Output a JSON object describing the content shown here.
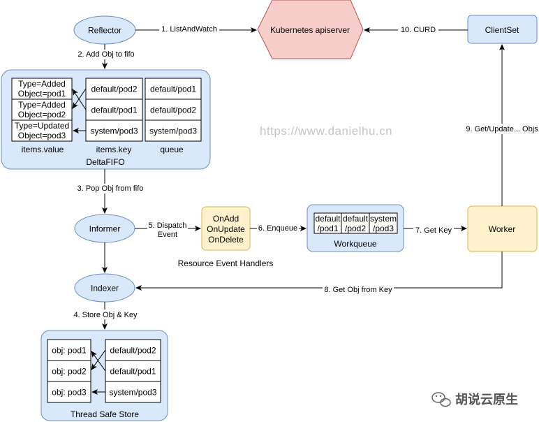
{
  "nodes": {
    "reflector": "Reflector",
    "apiserver": "Kubernetes apiserver",
    "clientset": "ClientSet",
    "informer": "Informer",
    "indexer": "Indexer",
    "worker": "Worker",
    "handlers": [
      "OnAdd",
      "OnUpdate",
      "OnDelete"
    ],
    "handlers_caption": "Resource Event Handlers"
  },
  "deltafifo": {
    "label": "DeltaFIFO",
    "values": [
      [
        "Type=Added",
        "Object=pod1"
      ],
      [
        "Type=Added",
        "Object=pod2"
      ],
      [
        "Type=Updated",
        "Object=pod3"
      ]
    ],
    "keys": [
      "default/pod2",
      "default/pod1",
      "system/pod3"
    ],
    "queue": [
      "default/pod1",
      "default/pod2",
      "system/pod3"
    ],
    "col_values": "items.value",
    "col_keys": "items.key",
    "col_queue": "queue"
  },
  "workqueue": {
    "label": "Workqueue",
    "cells": [
      [
        "default",
        "/pod1"
      ],
      [
        "default",
        "/pod2"
      ],
      [
        "system",
        "/pod3"
      ]
    ]
  },
  "store": {
    "label": "Thread Safe Store",
    "objs": [
      "obj: pod1",
      "obj: pod2",
      "obj: pod3"
    ],
    "keys": [
      "default/pod2",
      "default/pod1",
      "system/pod3"
    ]
  },
  "edges": {
    "e1": "1. ListAndWatch",
    "e2": "2. Add Obj to fifo",
    "e3": "3. Pop Obj from fifo",
    "e4": "4. Store Obj & Key",
    "e5": [
      "5. Dispatch",
      "Event"
    ],
    "e6": "6. Enqueue",
    "e7": "7. Get Key",
    "e8": "8. Get Obj from Key",
    "e9": "9. Get/Update... Objs",
    "e10": "10. CURD"
  },
  "watermark": "https://www.danielhu.cn",
  "brand": "胡说云原生",
  "colors": {
    "blue_fill": "#dae8fc",
    "blue_stroke": "#6c8ebf",
    "red_fill": "#f8cecc",
    "red_stroke": "#b85450",
    "yellow_fill": "#fff2cc",
    "yellow_stroke": "#d6b656"
  }
}
